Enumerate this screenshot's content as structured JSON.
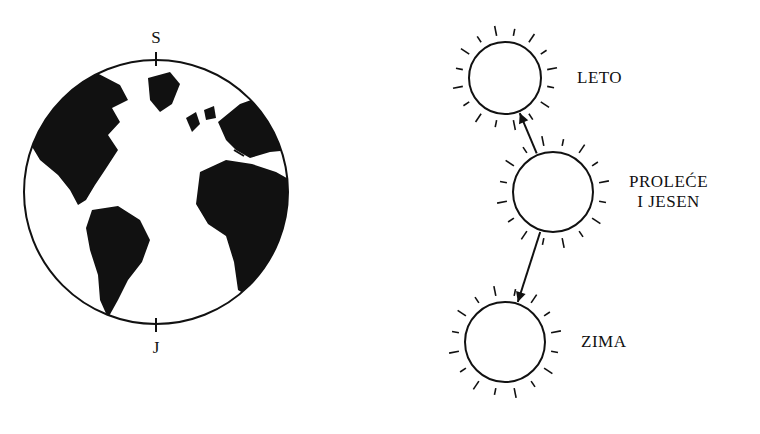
{
  "diagram": {
    "nodes": [
      {
        "text": [
          "LETO"
        ]
      },
      {
        "text": [
          "PROLEĆE I JESEN"
        ]
      },
      {
        "text": [
          "ZIMA"
        ]
      }
    ],
    "edges": [
      {
        "from": 1,
        "to": 0,
        "arrow": "to"
      },
      {
        "from": 1,
        "to": 2,
        "arrow": "to"
      }
    ],
    "labels": [
      "S",
      "J"
    ]
  }
}
